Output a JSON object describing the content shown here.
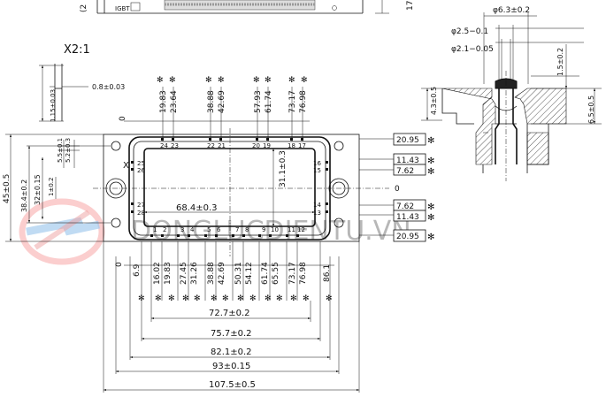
{
  "header": {
    "part_text": "IGBT",
    "partial_dim": "(2",
    "right_partial_dim": "17"
  },
  "detail": {
    "label": "X2:1",
    "pitch": "0.8±0.03",
    "height": "1.15±0.03"
  },
  "pin_section": {
    "d_head": "φ6.3±0.2",
    "d_outer": "φ2.5−0.1",
    "d_inner": "φ2.1−0.05",
    "h_small": "1.5±0.2",
    "h_mid": "4.3±0.5",
    "h_total": "6.5±0.5"
  },
  "top_dims": [
    [
      "19.83",
      "23.64"
    ],
    [
      "38.88",
      "42.69"
    ],
    [
      "57.93",
      "61.74"
    ],
    [
      "73.17",
      "76.98"
    ]
  ],
  "top_pin_labels": [
    "24",
    "23",
    "22",
    "21",
    "20",
    "19",
    "18",
    "17"
  ],
  "bottom_dims": [
    "16.02",
    "19.83",
    "27.45",
    "31.26",
    "38.88",
    "42.69",
    "50.31",
    "54.12",
    "61.74",
    "65.55",
    "73.17",
    "76.98"
  ],
  "bottom_pin_labels": [
    "1",
    "2",
    "3",
    "4",
    "5",
    "6",
    "7",
    "8",
    "9",
    "10",
    "11",
    "12"
  ],
  "left_pin_labels": [
    "25",
    "26",
    "27",
    "28"
  ],
  "right_pin_labels": [
    "16",
    "15",
    "14",
    "13"
  ],
  "left_dims": {
    "overall": "45±0.5",
    "d1": "38.4±0.2",
    "d2": "32±0.15",
    "d3": "1±0.2",
    "d4": "5.5±0.1",
    "d5": "5.2±0.3"
  },
  "right_dims": [
    "20.95",
    "11.43",
    "7.62",
    "0",
    "7.62",
    "11.43",
    "20.95"
  ],
  "center": {
    "height": "31.1±0.3",
    "width": "68.4±0.3"
  },
  "zero_labels": {
    "top": "0",
    "left": "0"
  },
  "side_dims": {
    "left": "6.9",
    "right": "86.1"
  },
  "bottom_overall": [
    "72.7±0.2",
    "75.7±0.2",
    "82.1±0.2",
    "93±0.15",
    "107.5±0.5"
  ],
  "asterisk": "✻",
  "watermark": "DONGLUCDIENTU.VN"
}
